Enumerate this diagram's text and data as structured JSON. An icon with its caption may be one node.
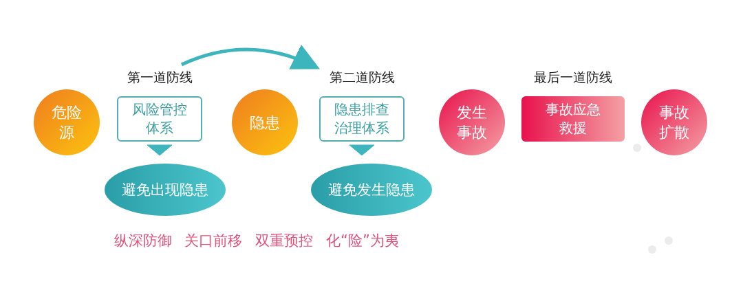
{
  "diagram": {
    "nodes": [
      {
        "text": [
          "危险源"
        ]
      },
      {
        "text": [
          "第一道防线",
          "风险管控体系"
        ]
      },
      {
        "text": [
          "隐患"
        ]
      },
      {
        "text": [
          "第二道防线",
          "隐患排查治理体系"
        ]
      },
      {
        "text": [
          "发生事故"
        ]
      },
      {
        "text": [
          "最后一道防线",
          "事故应急救援"
        ]
      },
      {
        "text": [
          "事故扩散"
        ]
      },
      {
        "text": [
          "避免出现隐患"
        ]
      },
      {
        "text": [
          "避免发生隐患"
        ]
      }
    ],
    "edges": [
      {
        "from": 1,
        "to": 3,
        "arrow": "to"
      },
      {
        "from": 1,
        "to": 7,
        "arrow": "to"
      },
      {
        "from": 3,
        "to": 8,
        "arrow": "to"
      }
    ],
    "labels": [
      "纵深防御",
      "关口前移",
      "双重预控",
      "化“险”为夷"
    ]
  }
}
